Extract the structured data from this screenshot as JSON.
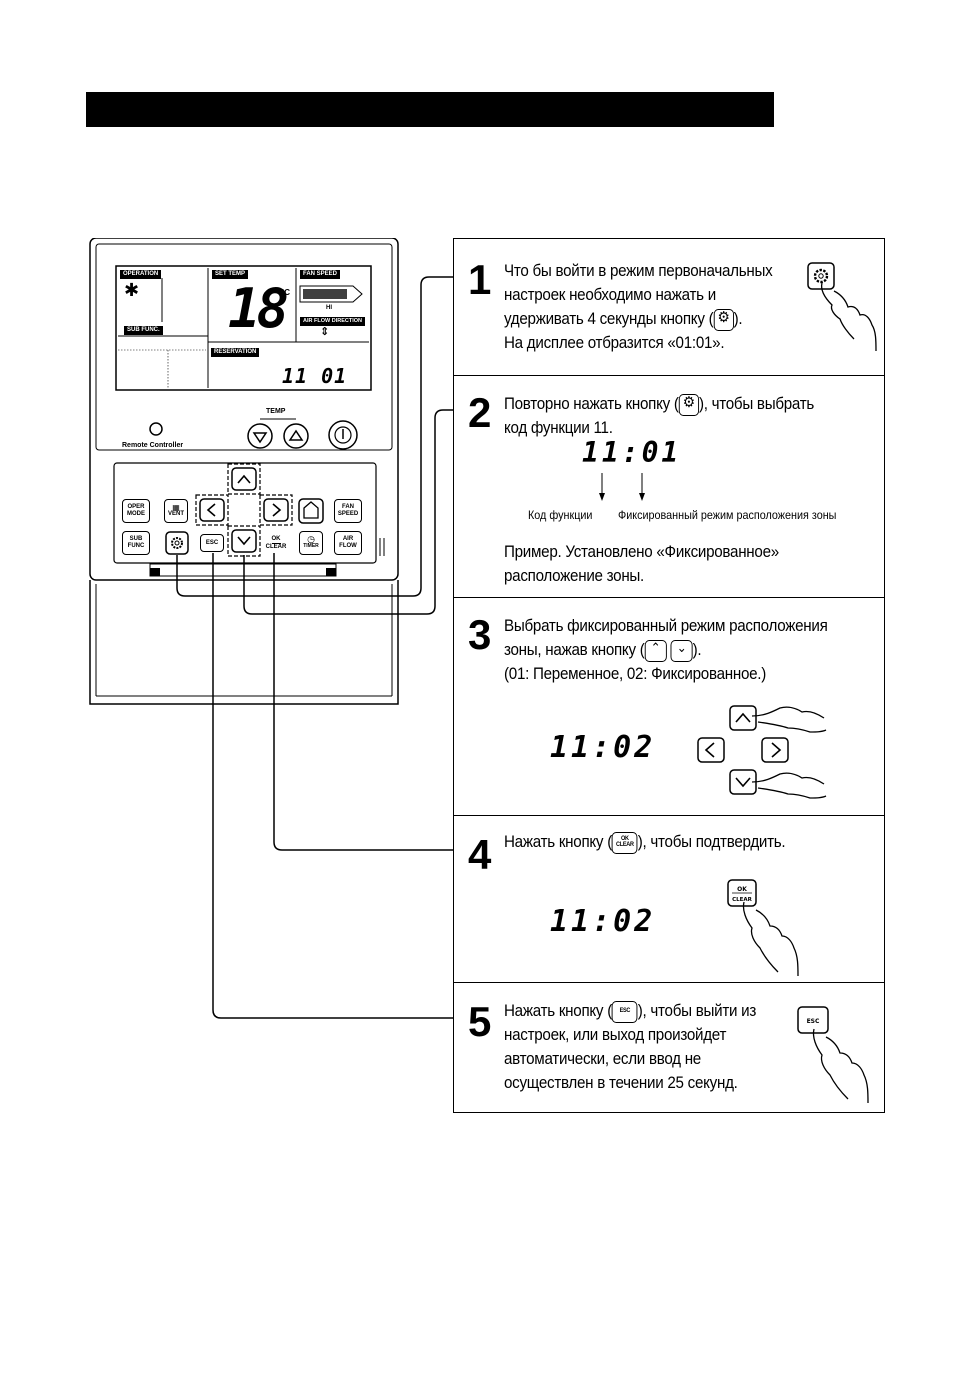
{
  "remote": {
    "lcd": {
      "operation": "OPERATION",
      "set_temp": "SET TEMP",
      "fan_speed": "FAN SPEED",
      "fan_speed_value": "HI",
      "air_flow_direction": "AIR FLOW DIRECTION",
      "sub_func": "SUB FUNC.",
      "reservation": "RESERVATION",
      "temp_value": "18",
      "temp_unit": "°C",
      "code_value": "11 01"
    },
    "temp_label": "TEMP",
    "brand_label": "Remote Controller",
    "buttons": {
      "oper_mode": "OPER MODE",
      "vent": "VENT",
      "fan_speed": "FAN SPEED",
      "sub_func": "SUB FUNC",
      "esc": "ESC",
      "ok": "OK",
      "clear": "CLEAR",
      "timer": "TIMER",
      "air_flow": "AIR FLOW"
    }
  },
  "steps": [
    {
      "number": "1",
      "lines": [
        "Что бы войти в режим первоначальных",
        "настроек необходимо нажать и",
        "удерживать 4 секунды кнопку (",
        "). ",
        "На дисплее отбразится «01:01»."
      ]
    },
    {
      "number": "2",
      "line1_a": "Повторно нажать кнопку (",
      "line1_b": "), чтобы выбрать",
      "line2": "код функции 11.",
      "display": "11:01",
      "label_code": "Код функции",
      "label_mode": "Фиксированный режим расположения зоны",
      "example1": "Пример. Установлено  «Фиксированное»",
      "example2": "расположение зоны."
    },
    {
      "number": "3",
      "line1": "Выбрать фиксированный режим расположения",
      "line2_a": "зоны, нажав кнопку (",
      "line2_b": ").",
      "line3": "(01: Переменное, 02: Фиксированное.)",
      "display": "11:02"
    },
    {
      "number": "4",
      "line1_a": "Нажать кнопку (",
      "line1_b": "), чтобы подтвердить.",
      "display": "11:02"
    },
    {
      "number": "5",
      "line1_a": "Нажать кнопку (",
      "line1_b": "), чтобы выйти из",
      "line2": "настроек, или выход произойдет",
      "line3": "автоматически, если ввод не",
      "line4": "осуществлен в течении 25 секунд."
    }
  ]
}
